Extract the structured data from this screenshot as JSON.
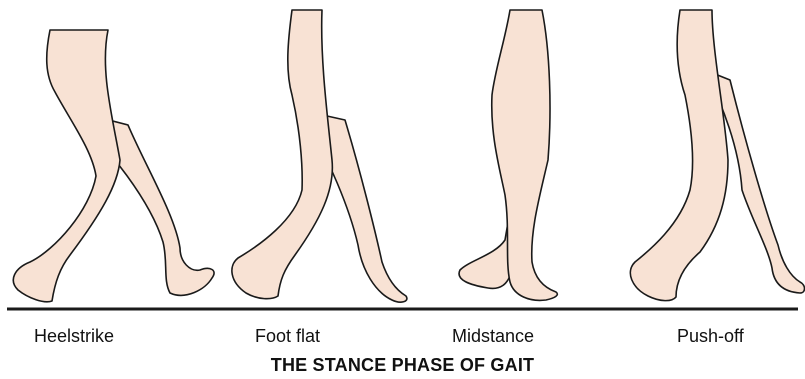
{
  "phases": [
    {
      "label": "Heelstrike"
    },
    {
      "label": "Foot flat"
    },
    {
      "label": "Midstance"
    },
    {
      "label": "Push-off"
    }
  ],
  "caption": "THE STANCE PHASE OF GAIT",
  "colors": {
    "skin": "#f8e2d4",
    "outline": "#1a1a1a",
    "ground": "#1a1a1a",
    "text": "#111111"
  }
}
